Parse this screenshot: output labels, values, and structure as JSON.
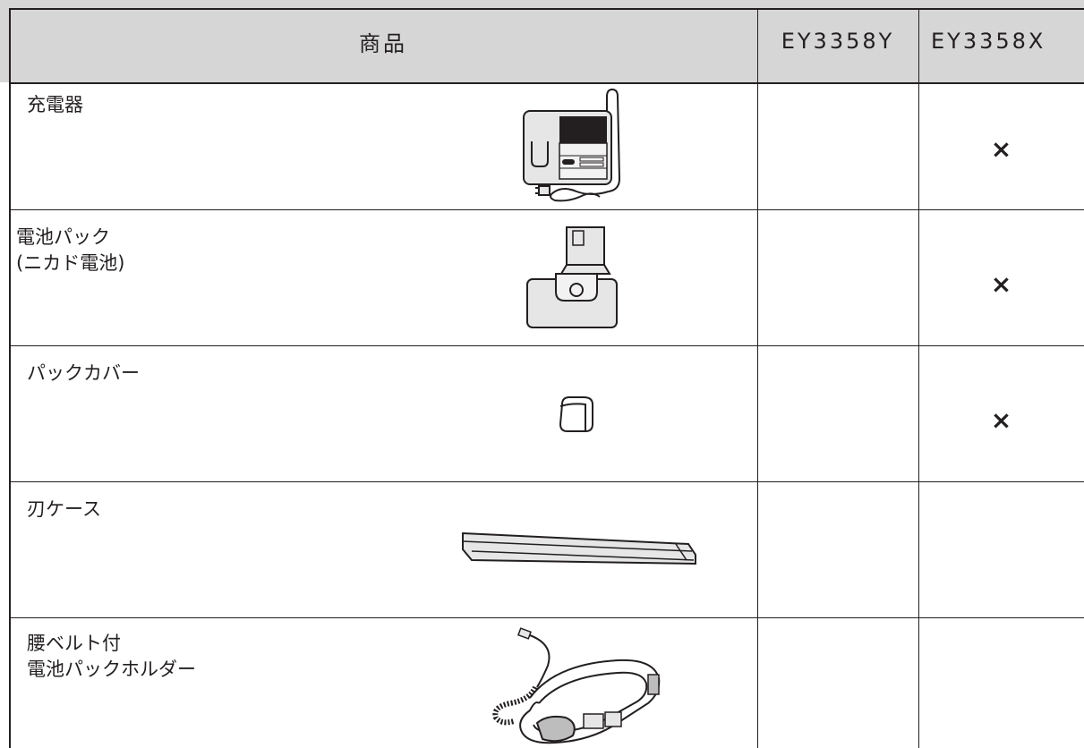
{
  "table": {
    "headers": {
      "product": "商品",
      "model_y": "EY3358Y",
      "model_x": "EY3358X"
    },
    "rows": [
      {
        "label": "充電器",
        "illustration": "charger-illustration",
        "model_y": "",
        "model_x": "×"
      },
      {
        "label": "電池パック\n(ニカド電池)",
        "illustration": "battery-pack-illustration",
        "model_y": "",
        "model_x": "×"
      },
      {
        "label": "パックカバー",
        "illustration": "pack-cover-illustration",
        "model_y": "",
        "model_x": "×"
      },
      {
        "label": "刃ケース",
        "illustration": "blade-case-illustration",
        "model_y": "",
        "model_x": ""
      },
      {
        "label": "腰ベルト付\n電池パックホルダー",
        "illustration": "belt-holder-illustration",
        "model_y": "",
        "model_x": ""
      }
    ]
  },
  "colors": {
    "header_bg": "#d6d6d6",
    "lines": "#231f20",
    "illustration_fill": "#e6e6e6"
  }
}
